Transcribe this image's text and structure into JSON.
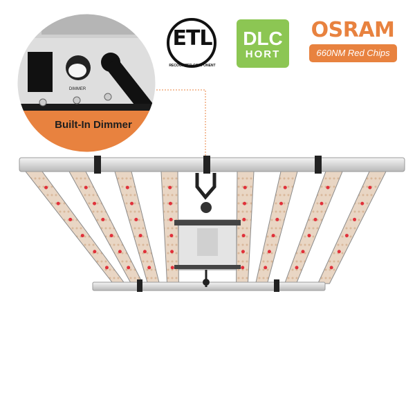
{
  "callout": {
    "label": "Built-In Dimmer",
    "dial_label": "DIMMER"
  },
  "badges": {
    "etl": {
      "mark": "ETL",
      "caption": "RECOGNIZED COMPONENT"
    },
    "dlc": {
      "line1": "DLC",
      "line2": "HORT"
    },
    "osram": {
      "brand": "OSRAM",
      "chip": "660NM Red Chips"
    }
  },
  "colors": {
    "accent": "#e8823f",
    "dlc_green": "#8cc653",
    "led_red": "#e0303a"
  }
}
